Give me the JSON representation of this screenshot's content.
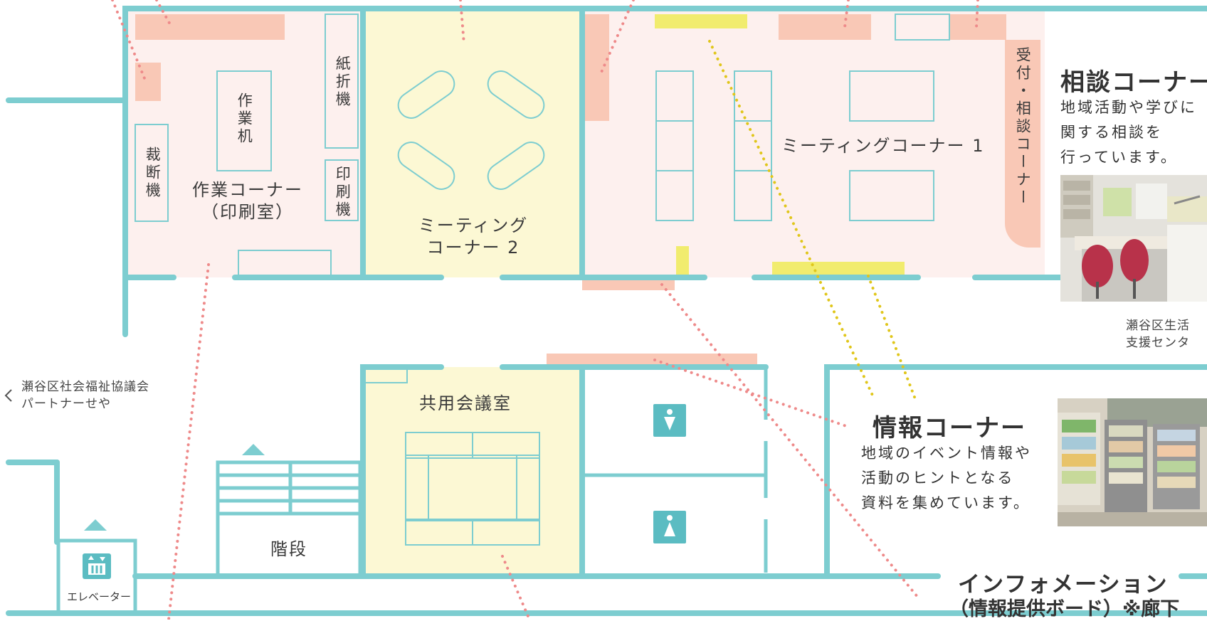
{
  "colors": {
    "wall": "#7dcdd0",
    "room_pink": "#fdf0ee",
    "room_yellow": "#fcf8d4",
    "furniture_salmon": "#f9c8b6",
    "furniture_yellow": "#f1ec6e",
    "dot_pink": "#ee8a8a",
    "dot_yellow": "#e0c61a",
    "restroom_icon_bg": "#5bbcc2"
  },
  "rooms": {
    "work_corner": {
      "line1": "作業コーナー",
      "line2": "（印刷室）"
    },
    "work_desk": "作業机",
    "cutter": "裁断機",
    "folder": "紙折機",
    "printer": "印刷機",
    "meeting2": {
      "line1": "ミーティング",
      "line2": "コーナー 2"
    },
    "meeting1": "ミーティングコーナー 1",
    "reception": "受付・相談コーナー",
    "shared_meeting_room": "共用会議室",
    "stairs": "階段",
    "elevator": "エレベーター"
  },
  "signs": {
    "partner_seya": {
      "line1": "瀬谷区社会福祉協議会",
      "line2": "パートナーせや"
    },
    "life_support": {
      "line1": "瀬谷区生活",
      "line2": "支援センタ"
    }
  },
  "corners": {
    "consultation": {
      "title": "相談コーナー",
      "desc": [
        "地域活動や学びに",
        "関する相談を",
        "行っています。"
      ]
    },
    "information": {
      "title": "情報コーナー",
      "desc": [
        "地域のイベント情報や",
        "活動のヒントとなる",
        "資料を集めています。"
      ]
    },
    "infoboard": {
      "title": "インフォメーション",
      "subtitle": "（情報提供ボード）※廊下"
    }
  },
  "icons": {
    "restroom_female": "female-restroom-icon",
    "restroom_male": "male-restroom-icon",
    "elevator": "elevator-icon",
    "stairs_up": "stairs-up-arrow-icon",
    "elevator_up": "elevator-up-arrow-icon",
    "back_arrow": "left-arrow-icon"
  }
}
